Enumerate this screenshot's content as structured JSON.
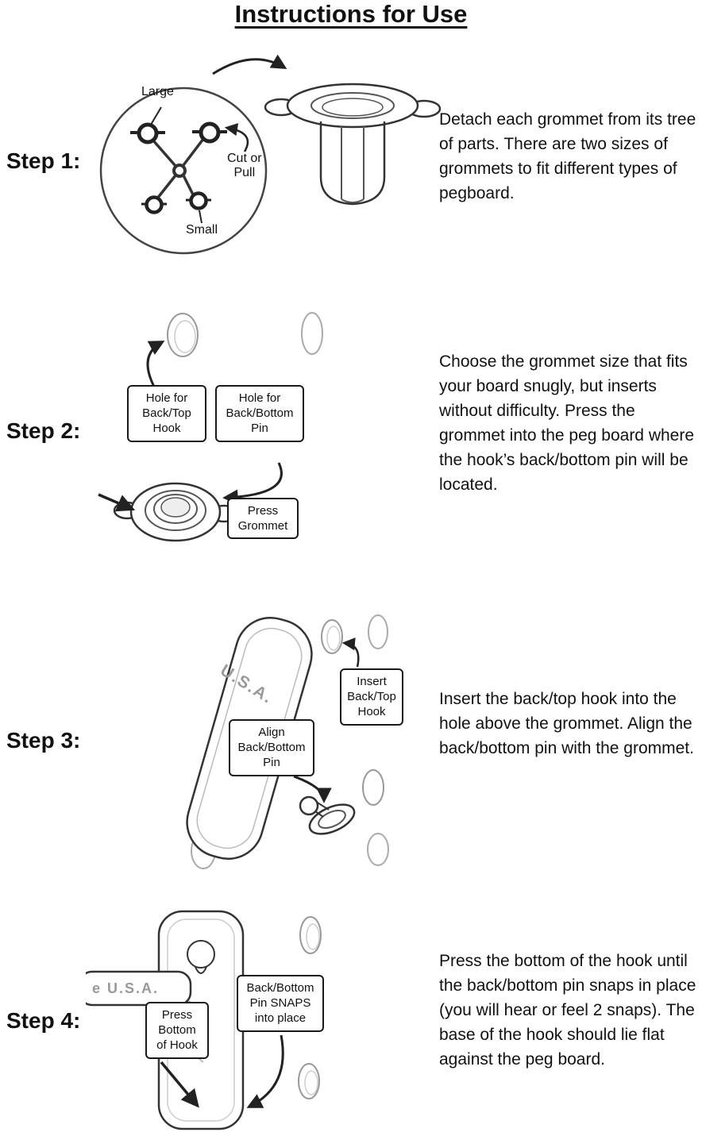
{
  "title": "Instructions for Use",
  "steps": [
    {
      "label": "Step 1:",
      "text": "Detach each grommet from its tree of parts. There are two sizes of grommets to fit different types of pegboard.",
      "callouts": {
        "large": "Large",
        "cut": "Cut or\nPull",
        "small": "Small"
      }
    },
    {
      "label": "Step 2:",
      "text": "Choose the grommet size that fits your board snugly, but inserts without difficulty. Press the grommet into the peg board where the hook’s back/bottom pin will be located.",
      "callouts": {
        "hole_top": "Hole for\nBack/Top\nHook",
        "hole_bottom": "Hole for\nBack/Bottom\nPin",
        "press": "Press\nGrommet"
      }
    },
    {
      "label": "Step 3:",
      "text": "Insert the back/top hook into the hole above the grommet. Align the back/bottom pin with the grommet.",
      "callouts": {
        "insert": "Insert\nBack/Top\nHook",
        "align": "Align\nBack/Bottom\nPin",
        "engraving": "U.S.A."
      }
    },
    {
      "label": "Step 4:",
      "text": "Press the bottom of the hook until the back/bottom pin snaps in place (you will hear or feel 2 snaps). The base of the hook should lie flat against the peg board.",
      "callouts": {
        "snaps": "Back/Bottom\nPin SNAPS\ninto place",
        "press": "Press\nBottom\nof Hook",
        "engraving": "e U.S.A."
      }
    }
  ]
}
